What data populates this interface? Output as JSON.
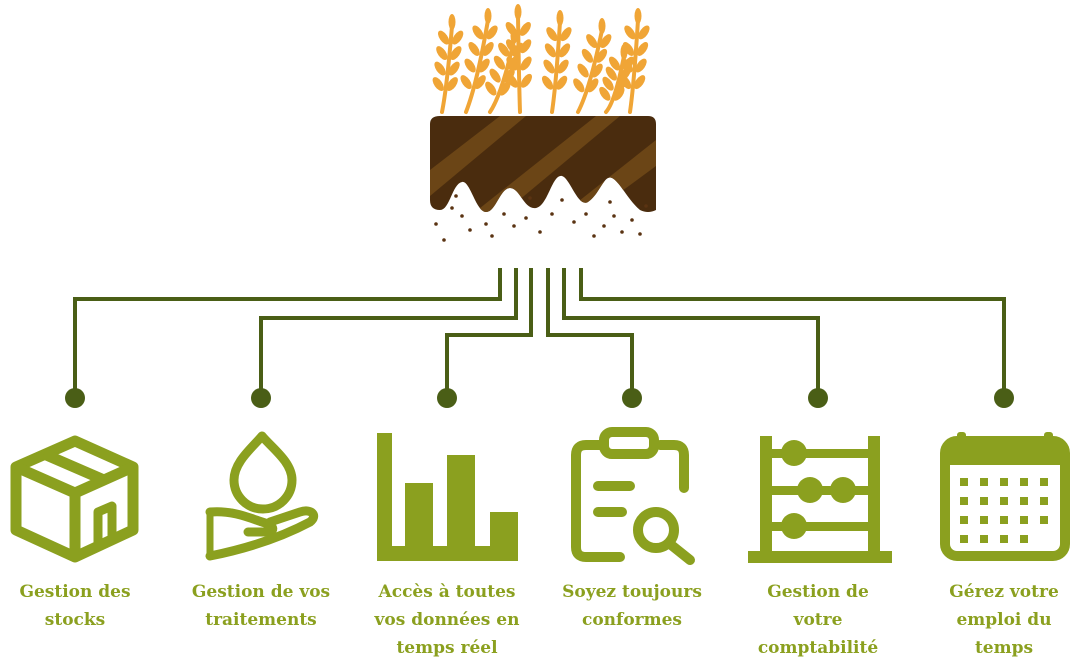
{
  "colors": {
    "green": "#8ba01f",
    "connector": "#4a5e16",
    "soil_dark": "#4a2c0e",
    "soil_light": "#6b4516",
    "wheat": "#f0a536",
    "soil_dots": "#5a3312"
  },
  "hero": {
    "icon": "wheat-field-soil-icon"
  },
  "features": [
    {
      "icon": "box-icon",
      "label": "Gestion des\nstocks"
    },
    {
      "icon": "hand-droplet-icon",
      "label": "Gestion de vos\ntraitements"
    },
    {
      "icon": "bar-chart-icon",
      "label": "Accès à toutes\nvos données en\ntemps réel"
    },
    {
      "icon": "clipboard-search-icon",
      "label": "Soyez toujours\nconformes"
    },
    {
      "icon": "abacus-icon",
      "label": "Gestion de\nvotre\ncomptabilité"
    },
    {
      "icon": "calendar-icon",
      "label": "Gérez votre\nemploi du\ntemps"
    }
  ]
}
